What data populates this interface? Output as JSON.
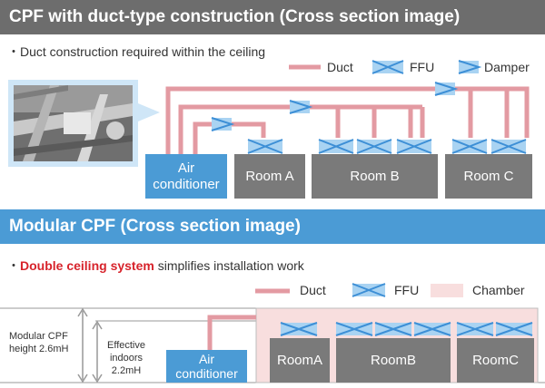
{
  "section1": {
    "title": "CPF  with duct-type construction (Cross section image)",
    "bullet": "・Duct construction required within the ceiling",
    "legend": {
      "duct": "Duct",
      "ffu": "FFU",
      "damper": "Damper"
    },
    "ac_line1": "Air",
    "ac_line2": "conditioner",
    "rooms": [
      "Room A",
      "Room B",
      "Room C"
    ]
  },
  "section2": {
    "title": "Modular CPF (Cross section image)",
    "bullet_prefix": "・",
    "bullet_highlight": "Double ceiling system",
    "bullet_rest": " simplifies installation work",
    "legend": {
      "duct": "Duct",
      "ffu": "FFU",
      "chamber": "Chamber"
    },
    "height_label_line1": "Modular CPF",
    "height_label_line2": "height 2.6mH",
    "indoor_label_line1": "Effective",
    "indoor_label_line2": "indoors",
    "indoor_label_line3": "2.2mH",
    "ac_line1": "Air",
    "ac_line2": "conditioner",
    "rooms": [
      "RoomA",
      "RoomB",
      "RoomC"
    ]
  },
  "colors": {
    "duct": "#e39aa2",
    "ffu": "#3d8fd6",
    "chamber": "#f8dede",
    "room": "#7a7a7a",
    "header_gray": "#6d6d6d",
    "header_blue": "#4b9bd5",
    "highlight": "#d7232b"
  }
}
